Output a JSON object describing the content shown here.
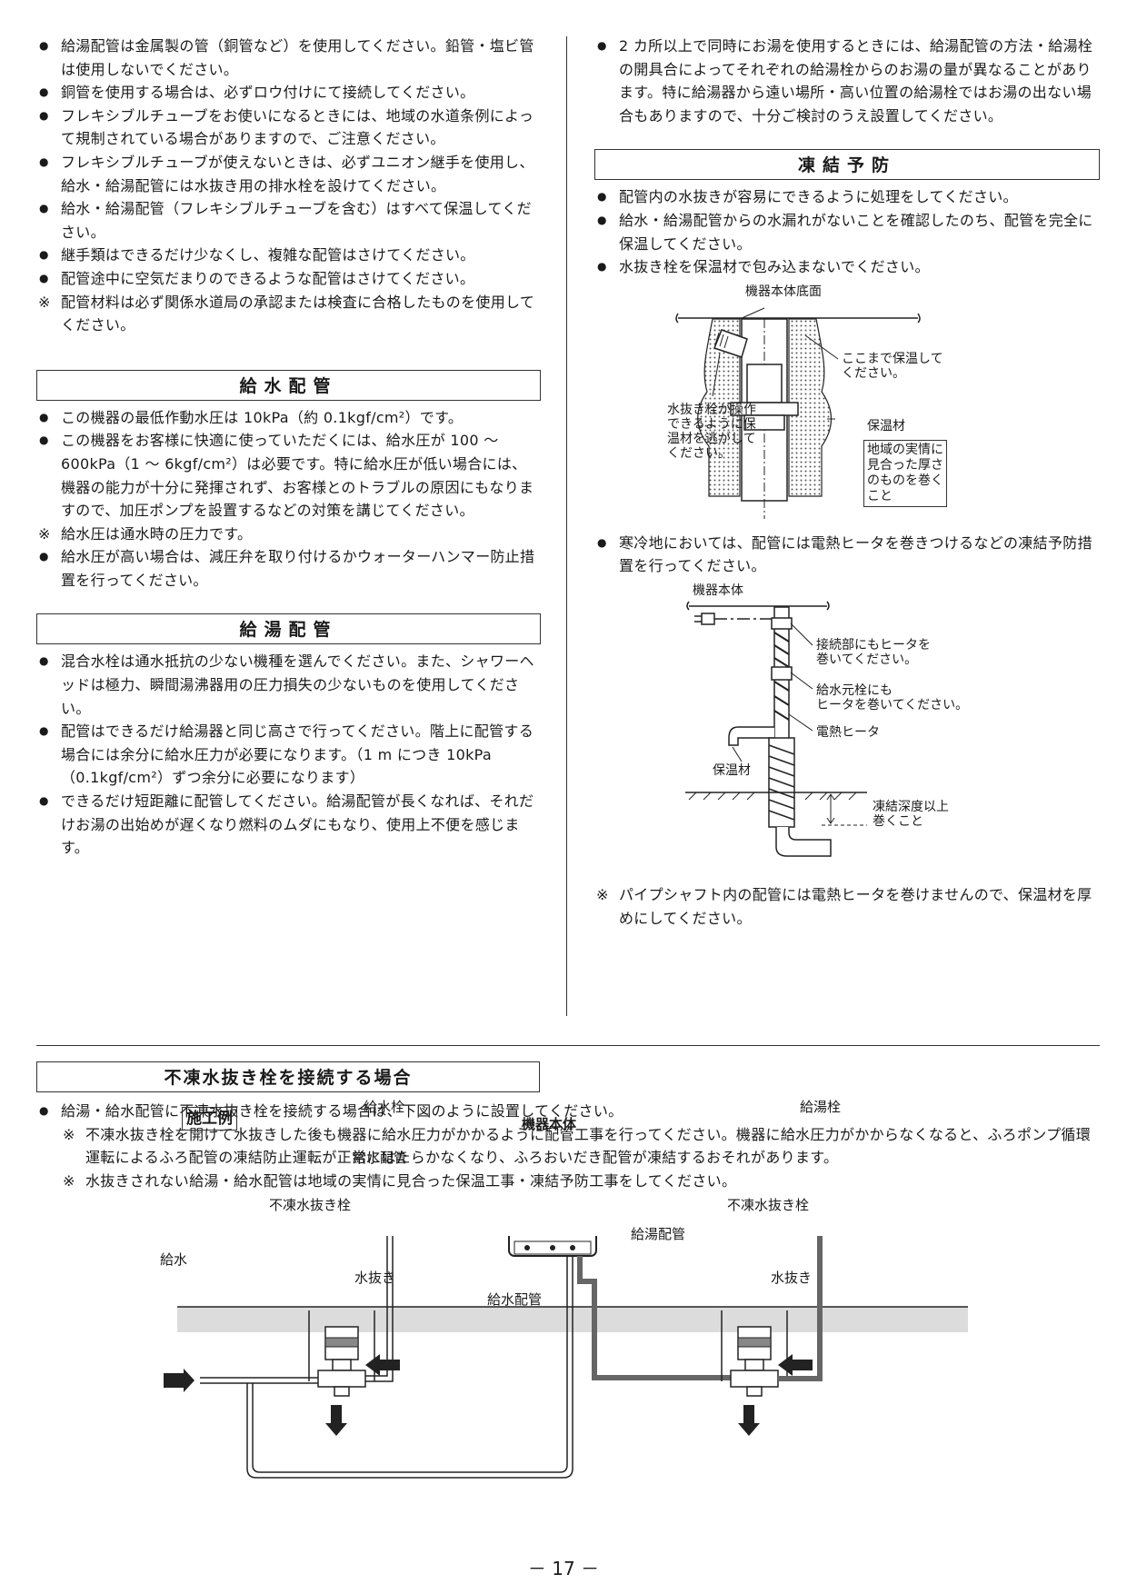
{
  "left": {
    "intro_items": [
      {
        "kind": "bullet",
        "text": "給湯配管は金属製の管（銅管など）を使用してください。鉛管・塩ビ管は使用しないでください。"
      },
      {
        "kind": "bullet",
        "text": "銅管を使用する場合は、必ずロウ付けにて接続してください。"
      },
      {
        "kind": "bullet",
        "text": "フレキシブルチューブをお使いになるときには、地域の水道条例によって規制されている場合がありますので、ご注意ください。"
      },
      {
        "kind": "bullet",
        "text": "フレキシブルチューブが使えないときは、必ずユニオン継手を使用し、給水・給湯配管には水抜き用の排水栓を設けてください。"
      },
      {
        "kind": "bullet",
        "text": "給水・給湯配管（フレキシブルチューブを含む）はすべて保温してください。"
      },
      {
        "kind": "bullet",
        "text": "継手類はできるだけ少なくし、複雑な配管はさけてください。"
      },
      {
        "kind": "bullet",
        "text": "配管途中に空気だまりのできるような配管はさけてください。"
      },
      {
        "kind": "note",
        "text": "配管材料は必ず関係水道局の承認または検査に合格したものを使用してください。"
      }
    ],
    "water_supply": {
      "title": "給水配管",
      "items": [
        {
          "kind": "bullet",
          "text": "この機器の最低作動水圧は 10kPa（約 0.1kgf/cm²）です。"
        },
        {
          "kind": "bullet",
          "text": "この機器をお客様に快適に使っていただくには、給水圧が 100 〜 600kPa（1 〜 6kgf/cm²）は必要です。特に給水圧が低い場合には、機器の能力が十分に発揮されず、お客様とのトラブルの原因にもなりますので、加圧ポンプを設置するなどの対策を講じてください。"
        },
        {
          "kind": "note",
          "text": "給水圧は通水時の圧力です。"
        },
        {
          "kind": "bullet",
          "text": "給水圧が高い場合は、減圧弁を取り付けるかウォーターハンマー防止措置を行ってください。"
        }
      ]
    },
    "hot_water": {
      "title": "給湯配管",
      "items": [
        {
          "kind": "bullet",
          "text": "混合水栓は通水抵抗の少ない機種を選んでください。また、シャワーヘッドは極力、瞬間湯沸器用の圧力損失の少ないものを使用してください。"
        },
        {
          "kind": "bullet",
          "text": "配管はできるだけ給湯器と同じ高さで行ってください。階上に配管する場合には余分に給水圧力が必要になります。（1 m につき 10kPa（0.1kgf/cm²）ずつ余分に必要になります）"
        },
        {
          "kind": "bullet",
          "text": "できるだけ短距離に配管してください。給湯配管が長くなれば、それだけお湯の出始めが遅くなり燃料のムダにもなり、使用上不便を感じます。"
        }
      ]
    }
  },
  "right": {
    "intro_items": [
      {
        "kind": "bullet",
        "text": "2 カ所以上で同時にお湯を使用するときには、給湯配管の方法・給湯栓の開具合によってそれぞれの給湯栓からのお湯の量が異なることがあります。特に給湯器から遠い場所・高い位置の給湯栓ではお湯の出ない場合もありますので、十分ご検討のうえ設置してください。"
      }
    ],
    "freeze": {
      "title": "凍結予防",
      "items": [
        {
          "kind": "bullet",
          "text": "配管内の水抜きが容易にできるように処理をしてください。"
        },
        {
          "kind": "bullet",
          "text": "給水・給湯配管からの水漏れがないことを確認したのち、配管を完全に保温してください。"
        },
        {
          "kind": "bullet",
          "text": "水抜き栓を保温材で包み込まないでください。"
        }
      ],
      "fig1": {
        "bottom_label": "機器本体底面",
        "insulate_label": "ここまで保温して\nください。",
        "drain_label": "水抜き栓が操作\nできるように保\n温材を逃がして\nください。",
        "insulation_label": "保温材",
        "boxed_note": "地域の実情に\n見合った厚さ\nのものを巻く\nこと"
      },
      "cold_item": {
        "kind": "bullet",
        "text": "寒冷地においては、配管には電熱ヒータを巻きつけるなどの凍結予防措置を行ってください。"
      },
      "fig2": {
        "unit_label": "機器本体",
        "joint_label": "接続部にもヒータを\n巻いてください。",
        "valve_label": "給水元栓にも\nヒータを巻いてください。",
        "heater_label": "電熱ヒータ",
        "insulation_label": "保温材",
        "depth_label": "凍結深度以上\n巻くこと"
      },
      "pipe_shaft_note": {
        "kind": "note",
        "text": "パイプシャフト内の配管には電熱ヒータを巻けませんので、保温材を厚めにしてください。"
      }
    }
  },
  "bottom": {
    "title": "不凍水抜き栓を接続する場合",
    "items": [
      {
        "kind": "bullet",
        "text": "給湯・給水配管に不凍水抜き栓を接続する場合は、下図のように設置してください。"
      },
      {
        "kind": "note",
        "text": "不凍水抜き栓を開けて水抜きした後も機器に給水圧力がかかるように配管工事を行ってください。機器に給水圧力がかからなくなると、ふろポンプ循環運転によるふろ配管の凍結防止運転が正常にはたらかなくなり、ふろおいだき配管が凍結するおそれがあります。"
      },
      {
        "kind": "note",
        "text": "水抜きされない給湯・給水配管は地域の実情に見合った保温工事・凍結予防工事をしてください。"
      }
    ],
    "diagram": {
      "example_tag": "施工例",
      "supply_faucet": "給水栓",
      "supply_pipe_upper": "給水配管",
      "antifreeze_left": "不凍水抜き栓",
      "supply_in": "給水",
      "drain_left": "水抜き",
      "supply_pipe_lower": "給水配管",
      "unit": "機器本体",
      "hot_pipe": "給湯配管",
      "hot_faucet": "給湯栓",
      "antifreeze_right": "不凍水抜き栓",
      "drain_right": "水抜き"
    }
  },
  "page_number": "－ 17 －"
}
